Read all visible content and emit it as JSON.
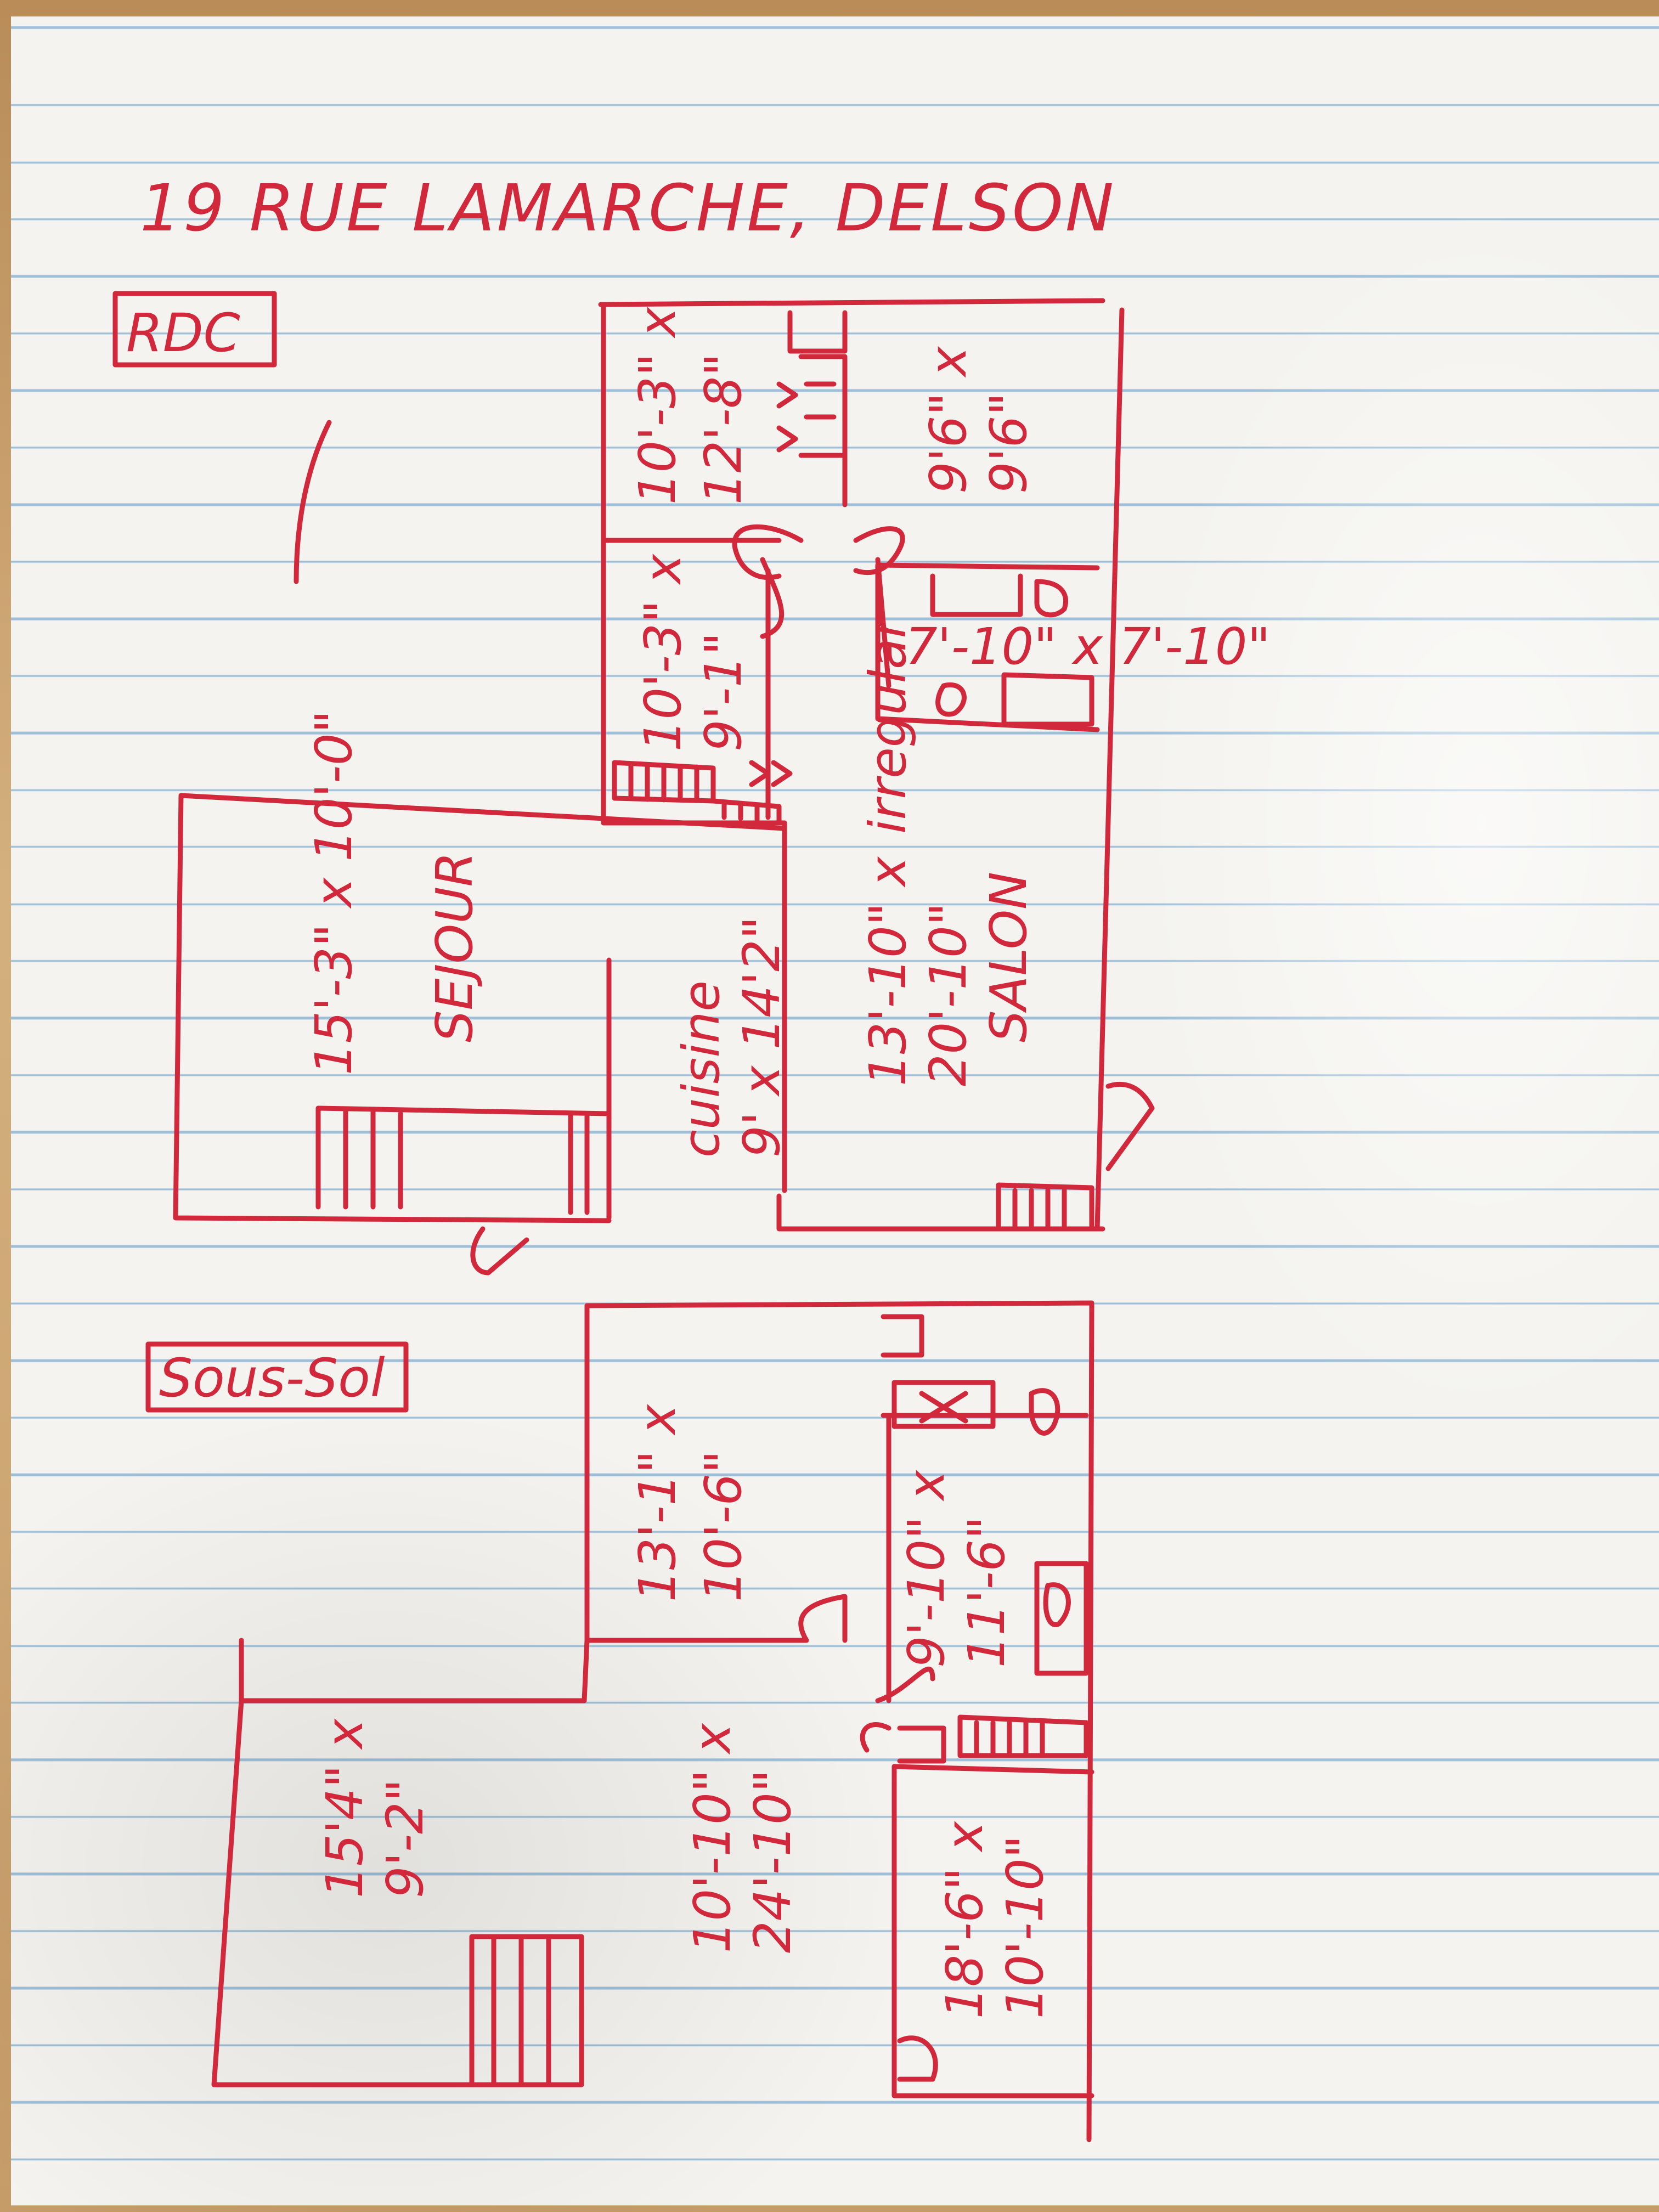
{
  "header": {
    "address": "19 RUE LAMARCHE, DELSON"
  },
  "ground_floor": {
    "label": "RDC",
    "rooms": [
      {
        "id": "room-1",
        "dims": [
          "10'-3\" x",
          "12'-8\""
        ]
      },
      {
        "id": "room-2",
        "dims": [
          "9'6\" x",
          "9'6\""
        ]
      },
      {
        "id": "room-3",
        "dims": [
          "10'-3\" x",
          "9'-1\""
        ]
      },
      {
        "id": "bathroom",
        "dims": [
          "7'-10\" x 7'-10\""
        ]
      },
      {
        "id": "sejour",
        "name": "SEJOUR",
        "dims": [
          "15'-3\" x 10'-0\""
        ]
      },
      {
        "id": "cuisine",
        "name": "cuisine",
        "dims": [
          "9' x 14'2\""
        ]
      },
      {
        "id": "salon",
        "name": "SALON",
        "dims": [
          "13'-10\" x",
          "20'-10\"",
          "irregular"
        ]
      }
    ]
  },
  "basement": {
    "label": "Sous-Sol",
    "rooms": [
      {
        "id": "room-a",
        "dims": [
          "13'-1\" x",
          "10'-6\""
        ]
      },
      {
        "id": "room-b",
        "dims": [
          "9'-10\" x",
          "11'-6\""
        ]
      },
      {
        "id": "room-c",
        "dims": [
          "15'4\" x",
          "9'-2\""
        ]
      },
      {
        "id": "room-d",
        "dims": [
          "10'-10\" x",
          "24'-10\""
        ]
      },
      {
        "id": "room-e",
        "dims": [
          "18'-6\" x",
          "10'-10\""
        ]
      }
    ]
  },
  "colors": {
    "ink": "#d2283c",
    "paper": "#f4f3ef",
    "rule": "#9ebfd9"
  }
}
